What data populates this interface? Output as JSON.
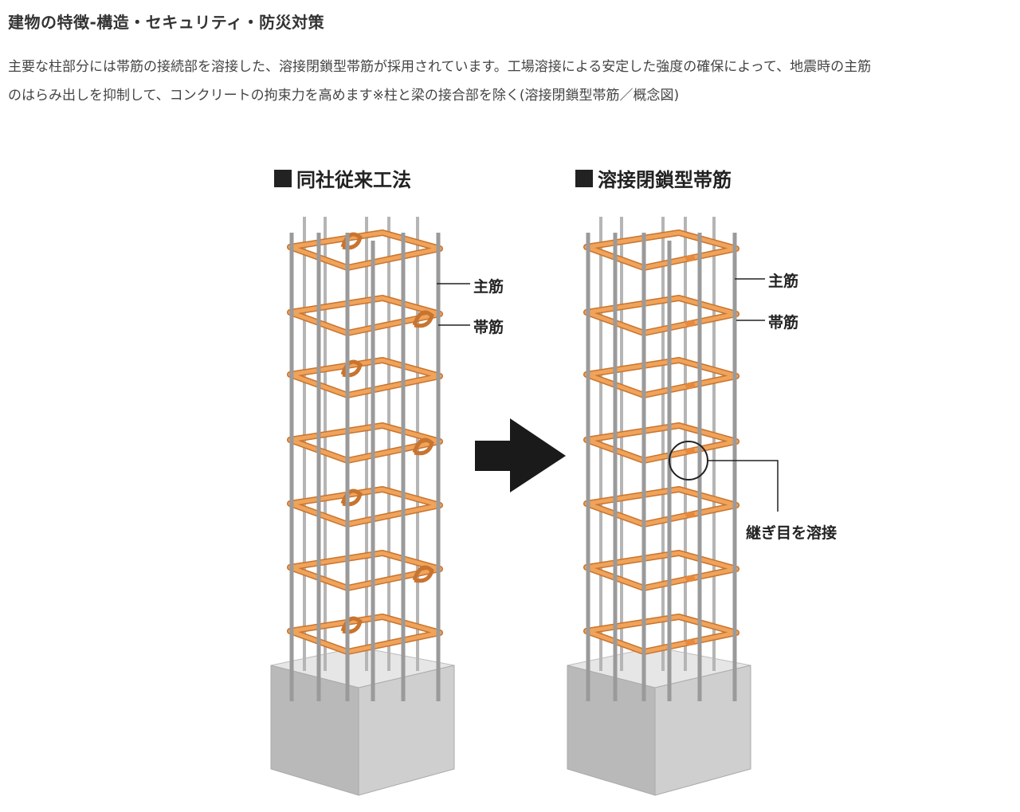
{
  "heading": "建物の特徴-構造・セキュリティ・防災対策",
  "description": {
    "line1": "主要な柱部分には帯筋の接続部を溶接した、溶接閉鎖型帯筋が採用されています。工場溶接による安定した強度の確保によって、地震時の主筋",
    "line2": "のはらみ出しを抑制して、コンクリートの拘束力を高めます※柱と梁の接合部を除く(溶接閉鎖型帯筋／概念図)"
  },
  "diagram": {
    "left_panel": {
      "title": "同社従来工法",
      "label_main_bar": "主筋",
      "label_hoop": "帯筋"
    },
    "right_panel": {
      "title": "溶接閉鎖型帯筋",
      "label_main_bar": "主筋",
      "label_hoop": "帯筋",
      "label_weld": "継ぎ目を溶接"
    },
    "colors": {
      "hoop": "#f0a35a",
      "hoop_outline": "#c8742f",
      "main_bar": "#9a9a9a",
      "concrete_top": "#e6e6e6",
      "concrete_front": "#cfcfcf",
      "concrete_side": "#b9b9b9",
      "arrow": "#1a1a1a"
    }
  }
}
